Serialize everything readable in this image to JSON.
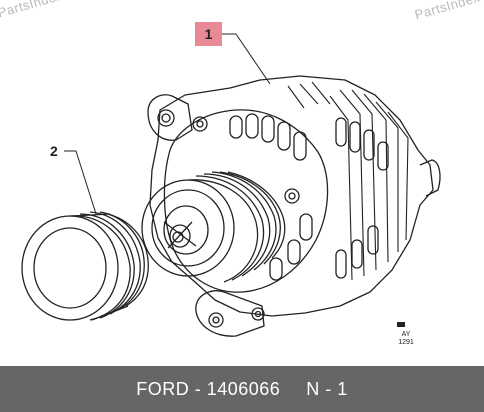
{
  "watermarks": {
    "left": "PartsIndex",
    "right": "PartsIndex"
  },
  "callouts": {
    "part1": "1",
    "part2": "2"
  },
  "drawing_codes": {
    "line1": "AY",
    "line2": "1291"
  },
  "footer": {
    "brand_part": "FORD - 1406066",
    "quantity": "N - 1"
  },
  "colors": {
    "callout_box": "#e88a95",
    "footer_bg": "#666666",
    "ink": "#222222"
  },
  "icons": {
    "drawing_mark": "small-logo-icon"
  }
}
